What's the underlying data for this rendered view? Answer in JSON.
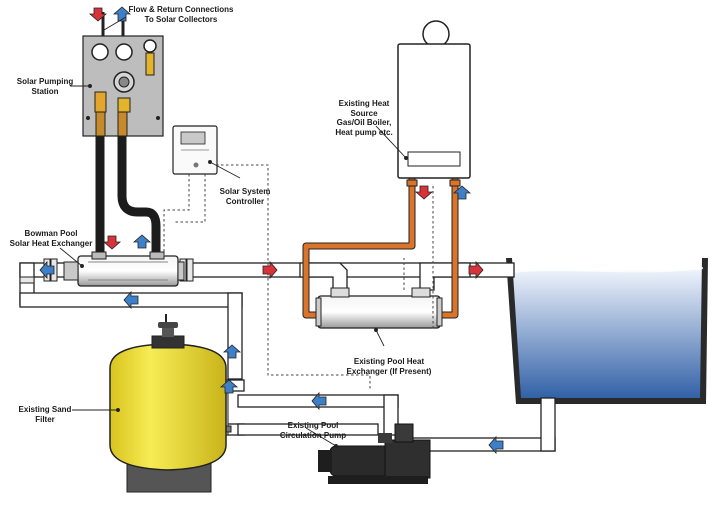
{
  "labels": {
    "flow_return": [
      "Flow & Return Connections",
      "To Solar Collectors"
    ],
    "pumping_station": [
      "Solar Pumping",
      "Station"
    ],
    "controller": [
      "Solar System",
      "Controller"
    ],
    "heat_source": [
      "Existing Heat",
      "Source",
      "Gas/Oil Boiler,",
      "Heat pump etc."
    ],
    "bowman": [
      "Bowman Pool",
      "Solar Heat Exchanger"
    ],
    "pool_hx": [
      "Existing Pool Heat",
      "Exchanger (If Present)"
    ],
    "sand_filter": [
      "Existing Sand",
      "Filter"
    ],
    "circ_pump": [
      "Existing Pool",
      "Circulation Pump"
    ]
  },
  "colors": {
    "solar_hose": "#1c1c1c",
    "boiler_pipe": "#d9742a",
    "flow_arrow": "#d8333a",
    "return_arrow": "#3f7fc8",
    "filter_body": "#f4e53a",
    "pool_water_top": "#eef3fb",
    "pool_water_bottom": "#2f5fa6",
    "pipe_fill": "#ffffff",
    "outline": "#222222"
  }
}
